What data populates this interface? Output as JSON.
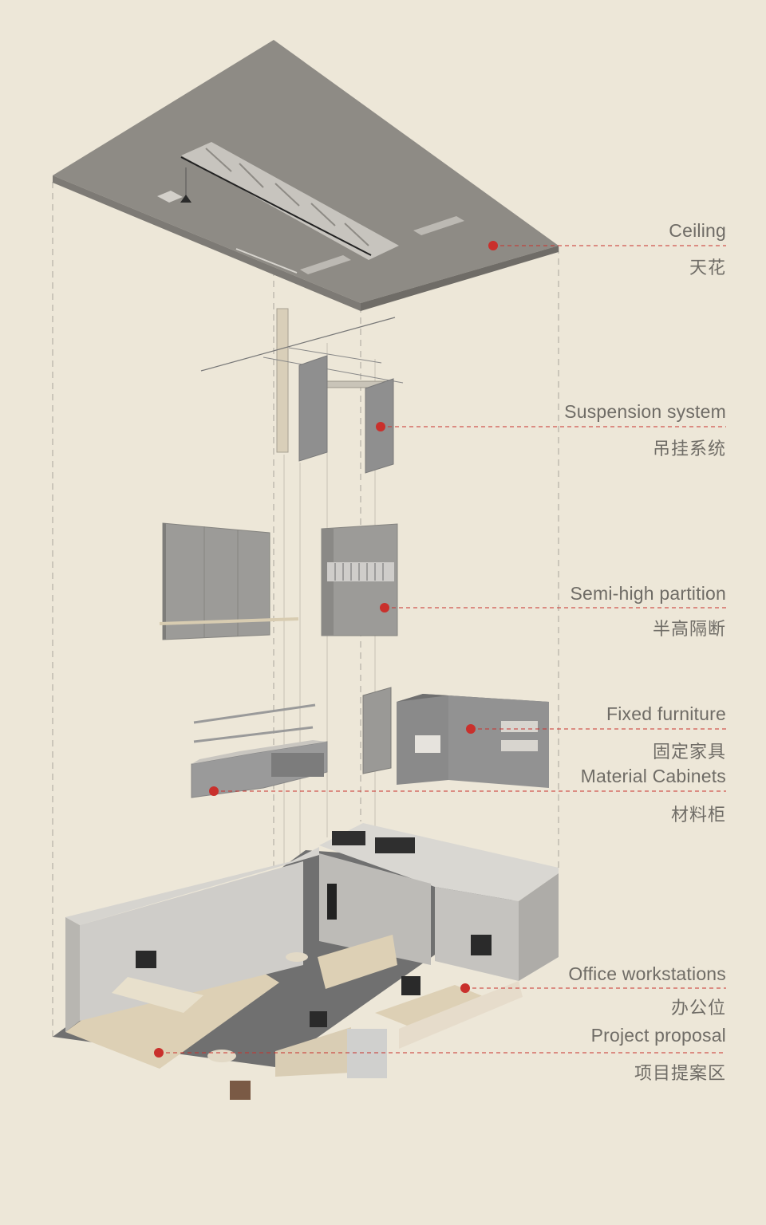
{
  "colors": {
    "background": "#ede7d8",
    "label_text": "#6f6c66",
    "leader_dot": "#c9302c",
    "leader_line": "#c9302c",
    "slab": "#8e8b85",
    "panel": "#9c9b98",
    "floor": "#6c6c6c",
    "wood": "#ddd0b5"
  },
  "labels": [
    {
      "id": "ceiling",
      "en": "Ceiling",
      "cn": "天花"
    },
    {
      "id": "suspension",
      "en": "Suspension system",
      "cn": "吊挂系统"
    },
    {
      "id": "partition",
      "en": "Semi-high partition",
      "cn": "半高隔断"
    },
    {
      "id": "fixed",
      "en": "Fixed furniture",
      "cn": "固定家具"
    },
    {
      "id": "material",
      "en": "Material Cabinets",
      "cn": "材料柜"
    },
    {
      "id": "office",
      "en": "Office workstations",
      "cn": "办公位"
    },
    {
      "id": "proposal",
      "en": "Project proposal",
      "cn": "项目提案区"
    }
  ]
}
